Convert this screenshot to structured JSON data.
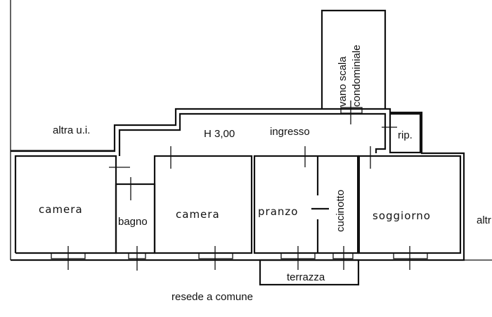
{
  "labels": {
    "altra_ui_left": "altra u.i.",
    "height": "H 3,00",
    "ingresso": "ingresso",
    "ripostiglio": "rip.",
    "vano_scala_line1": "vano scala",
    "vano_scala_line2": "condominiale",
    "camera_left": "camera",
    "bagno": "bagno",
    "camera_center": "camera",
    "pranzo": "pranzo",
    "cucinotto": "cucinotto",
    "soggiorno": "soggiorno",
    "altra_ui_right": "altr",
    "terrazza": "terrazza",
    "resede": "resede a comune"
  },
  "colors": {
    "line": "#111111",
    "background": "#ffffff"
  }
}
